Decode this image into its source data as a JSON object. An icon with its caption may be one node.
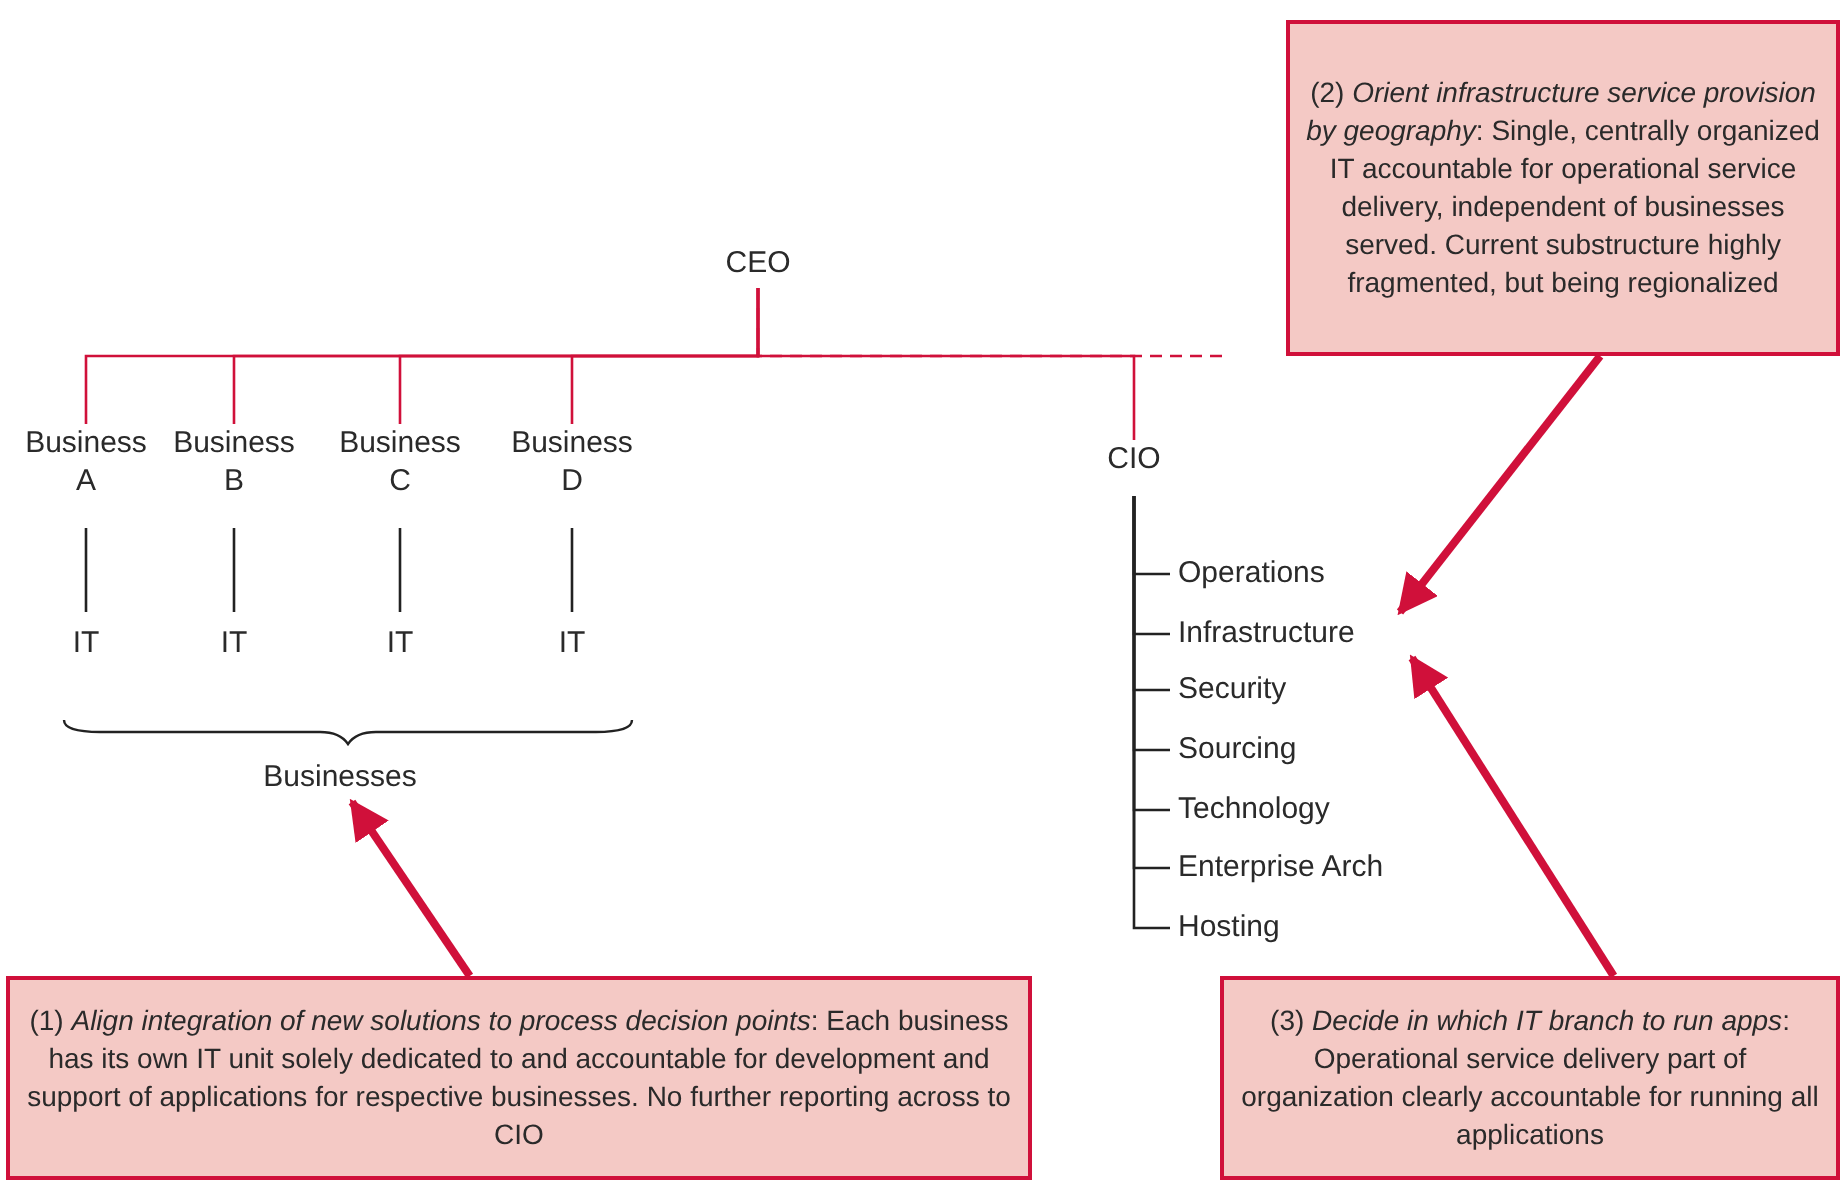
{
  "diagram": {
    "nodes": [
      {
        "text": [
          "(2) *Orient infrastructure service provision by geography*: Single, centrally organized IT accountable for operational service delivery, independent of businesses served. Current substructure highly fragmented, but being regionalized"
        ]
      },
      {
        "text": [
          "CEO"
        ]
      },
      {
        "text": [
          "Business A"
        ]
      },
      {
        "text": [
          "Business B"
        ]
      },
      {
        "text": [
          "Business C"
        ]
      },
      {
        "text": [
          "Business D"
        ]
      },
      {
        "text": [
          "CIO"
        ]
      },
      {
        "text": [
          "IT"
        ]
      },
      {
        "text": [
          "IT"
        ]
      },
      {
        "text": [
          "IT"
        ]
      },
      {
        "text": [
          "IT"
        ]
      },
      {
        "text": [
          "Operations"
        ]
      },
      {
        "text": [
          "Infrastructure"
        ]
      },
      {
        "text": [
          "Security"
        ]
      },
      {
        "text": [
          "Sourcing"
        ]
      },
      {
        "text": [
          "Technology"
        ]
      },
      {
        "text": [
          "Enterprise Arch"
        ]
      },
      {
        "text": [
          "Hosting"
        ]
      },
      {
        "text": [
          "Businesses"
        ]
      },
      {
        "text": [
          "(1) *Align integration of new solutions to process decision points*: Each business has its own IT unit solely dedicated to and accountable for development and support of applications for respective businesses. No further reporting across to CIO"
        ]
      },
      {
        "text": [
          "(3) *Decide in which IT branch to run apps*: Operational service delivery part of organization clearly accountable for running all applications"
        ]
      }
    ],
    "edges": [
      {
        "from": 1,
        "to": 2,
        "arrow": "none",
        "color": "#d0103a"
      },
      {
        "from": 1,
        "to": 3,
        "arrow": "none",
        "color": "#d0103a"
      },
      {
        "from": 1,
        "to": 4,
        "arrow": "none",
        "color": "#d0103a"
      },
      {
        "from": 1,
        "to": 5,
        "arrow": "none",
        "color": "#d0103a"
      },
      {
        "from": 1,
        "to": 6,
        "arrow": "none",
        "color": "#d0103a"
      },
      {
        "from": 1,
        "to": null,
        "arrow": "none",
        "style": "dashed",
        "color": "#d0103a"
      },
      {
        "from": 2,
        "to": 7,
        "arrow": "none"
      },
      {
        "from": 3,
        "to": 8,
        "arrow": "none"
      },
      {
        "from": 4,
        "to": 9,
        "arrow": "none"
      },
      {
        "from": 5,
        "to": 10,
        "arrow": "none"
      },
      {
        "from": 6,
        "to": 11,
        "arrow": "none"
      },
      {
        "from": 6,
        "to": 12,
        "arrow": "none"
      },
      {
        "from": 6,
        "to": 13,
        "arrow": "none"
      },
      {
        "from": 6,
        "to": 14,
        "arrow": "none"
      },
      {
        "from": 6,
        "to": 15,
        "arrow": "none"
      },
      {
        "from": 6,
        "to": 16,
        "arrow": "none"
      },
      {
        "from": 6,
        "to": 17,
        "arrow": "none"
      },
      {
        "from": 0,
        "to": 12,
        "arrow": "to",
        "style": "thick",
        "color": "#d0103a"
      },
      {
        "from": 19,
        "to": 18,
        "arrow": "to",
        "style": "thick",
        "color": "#d0103a"
      },
      {
        "from": 20,
        "to": 12,
        "arrow": "to",
        "style": "thick",
        "color": "#d0103a"
      }
    ]
  }
}
